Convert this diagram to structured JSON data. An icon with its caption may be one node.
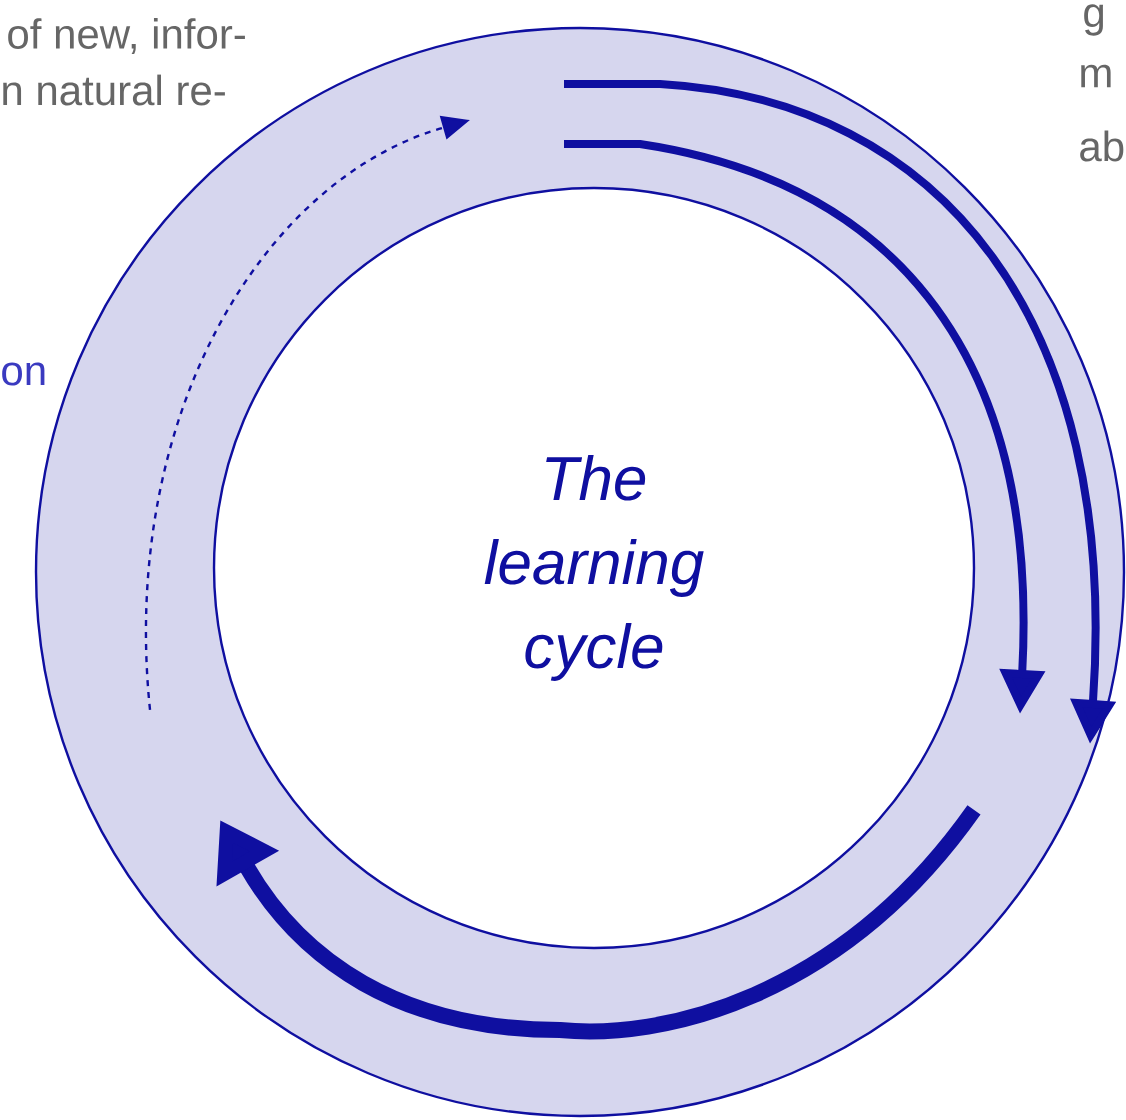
{
  "diagram": {
    "nodes": [
      {
        "text": [
          "The learning cycle"
        ]
      }
    ],
    "labels": [
      "of new, infor-",
      "n natural re-",
      "on",
      "g",
      "m",
      "ab"
    ]
  }
}
